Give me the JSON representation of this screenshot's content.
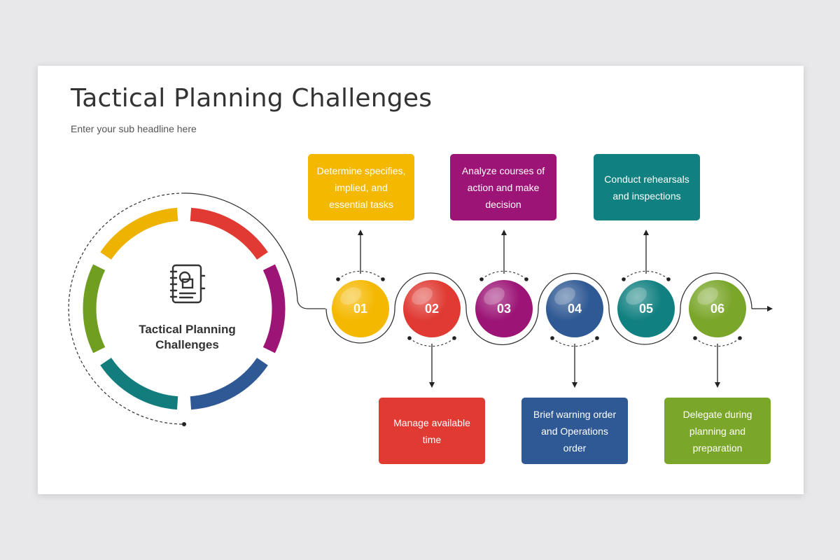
{
  "slide": {
    "title": "Tactical Planning Challenges",
    "subtitle": "Enter your sub headline here",
    "center_label": "Tactical Planning Challenges",
    "center_icon": "notebook-icon"
  },
  "steps": [
    {
      "number": "01",
      "text": "Determine specifies, implied, and essential tasks",
      "color": "#f5b800",
      "position": "top"
    },
    {
      "number": "02",
      "text": "Manage available time",
      "color": "#e03a33",
      "position": "bottom"
    },
    {
      "number": "03",
      "text": "Analyze courses of action and make decision",
      "color": "#9c1576",
      "position": "top"
    },
    {
      "number": "04",
      "text": "Brief warning order and Operations order",
      "color": "#2f5994",
      "position": "bottom"
    },
    {
      "number": "05",
      "text": "Conduct rehearsals and inspections",
      "color": "#118080",
      "position": "top"
    },
    {
      "number": "06",
      "text": "Delegate during planning and preparation",
      "color": "#7aa62a",
      "position": "bottom"
    }
  ],
  "ring_colors": [
    "#e03a33",
    "#9c1576",
    "#2f5994",
    "#127d7c",
    "#6f9e21",
    "#eeb200"
  ]
}
